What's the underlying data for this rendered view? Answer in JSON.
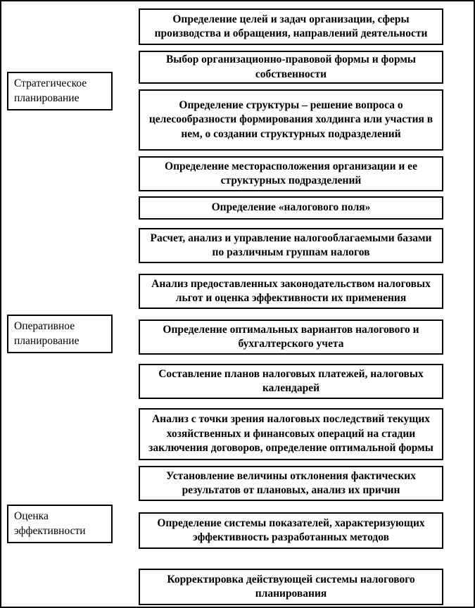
{
  "diagram": {
    "stages": [
      {
        "label": "Стратегическое планирование"
      },
      {
        "label": "Оперативное планирование"
      },
      {
        "label": "Оценка эффективности"
      }
    ],
    "steps": [
      {
        "text": "Определение целей и задач организации, сферы производства и обращения, направлений деятельности"
      },
      {
        "text": "Выбор организационно-правовой формы и формы собственности"
      },
      {
        "text": "Определение структуры – решение вопроса о целесообразности формирования холдинга или участия в нем, о создании структурных подразделений"
      },
      {
        "text": "Определение месторасположения организации и ее структурных  подразделений"
      },
      {
        "text": "Определение «налогового поля»"
      },
      {
        "text": "Расчет, анализ и управление налогооблагаемыми базами по различным группам налогов"
      },
      {
        "text": "Анализ предоставленных законодательством налоговых льгот и оценка эффективности их применения"
      },
      {
        "text": "Определение оптимальных вариантов налогового и бухгалтерского  учета"
      },
      {
        "text": "Составление планов налоговых платежей, налоговых календарей"
      },
      {
        "text": "Анализ с точки зрения налоговых последствий текущих хозяйственных и финансовых операций на стадии заключения договоров, определение оптимальной формы"
      },
      {
        "text": "Установление величины отклонения фактических результатов  от плановых, анализ их причин"
      },
      {
        "text": "Определение системы показателей, характеризующих эффективность  разработанных методов"
      },
      {
        "text": "Корректировка действующей системы налогового планирования"
      }
    ]
  }
}
